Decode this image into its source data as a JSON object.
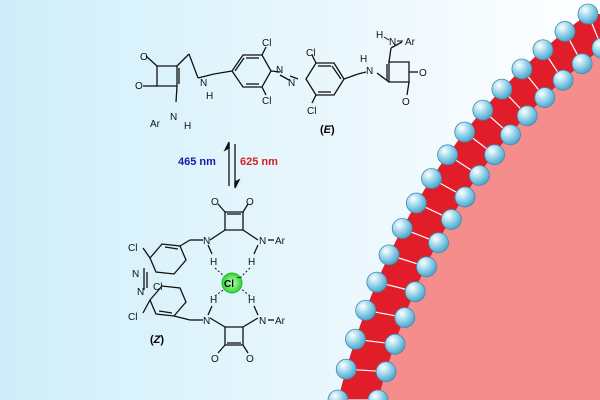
{
  "background": {
    "gradient_left": "#cfeefa",
    "gradient_right": "#ffffff"
  },
  "arrows": {
    "left_label": "465 nm",
    "left_color": "#1a1aa8",
    "right_label": "625 nm",
    "right_color": "#d42020"
  },
  "labels": {
    "E": "E",
    "Z": "Z"
  },
  "atoms": {
    "Cl": "Cl",
    "N": "N",
    "H": "H",
    "O": "O",
    "Ar": "Ar",
    "chloride": "Cl",
    "chloride_charge": "−"
  },
  "membrane": {
    "cytoplasm_color": "#f58d8d",
    "lipid_band_color": "#e11d2a",
    "head_color": "#8ccfe8",
    "head_edge": "#3b8db2",
    "tail_color": "#ffffff"
  },
  "chloride_color": "#2bd42b"
}
